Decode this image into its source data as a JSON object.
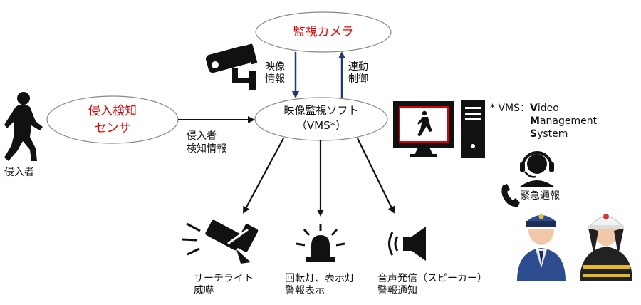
{
  "nodes": {
    "camera": {
      "label": "監視カメラ"
    },
    "sensor": {
      "line1": "侵入検知",
      "line2": "センサ"
    },
    "vms": {
      "line1": "映像監視ソフト",
      "line2": "（VMS*）"
    }
  },
  "edges": {
    "video_info": {
      "line1": "映像",
      "line2": "情報"
    },
    "link_control": {
      "line1": "連動",
      "line2": "制御"
    },
    "intruder_info": {
      "line1": "侵入者",
      "line2": "検知情報"
    }
  },
  "intruder": {
    "label": "侵入者"
  },
  "outputs": {
    "searchlight": {
      "line1": "サーチライト",
      "line2": "威嚇"
    },
    "rotating_light": {
      "line1": "回転灯、表示灯",
      "line2": "警報表示"
    },
    "speaker": {
      "line1": "音声発信（スピーカー）",
      "line2": "警報通知"
    }
  },
  "vms_note": {
    "prefix": "* VMS：",
    "w1_bold": "V",
    "w1_rest": "ideo",
    "w2_bold": "M",
    "w2_rest": "anagement",
    "w3_bold": "S",
    "w3_rest": "ystem"
  },
  "emergency": {
    "label": "緊急通報"
  },
  "colors": {
    "accent_red": "#e00000",
    "arrow_blue": "#1f3b6e",
    "arrow_black": "#111111"
  }
}
